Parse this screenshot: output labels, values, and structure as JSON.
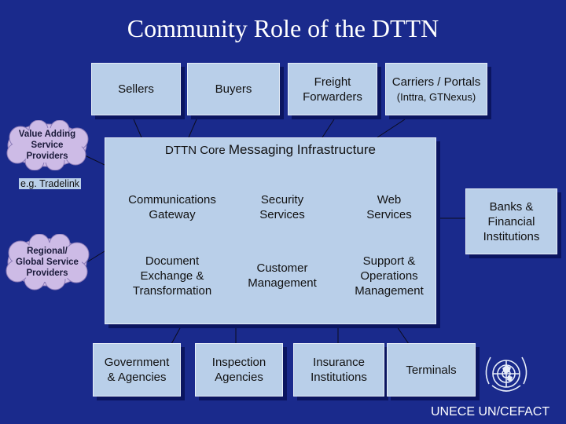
{
  "title": "Community Role of the DTTN",
  "top_boxes": {
    "sellers": "Sellers",
    "buyers": "Buyers",
    "freight": [
      "Freight",
      "Forwarders"
    ],
    "carriers": [
      "Carriers / Portals",
      "(Inttra, GTNexus)"
    ]
  },
  "clouds": {
    "value_adding": [
      "Value Adding",
      "Service",
      "Providers"
    ],
    "regional": [
      "Regional/",
      "Global Service",
      "Providers"
    ],
    "example": "e.g. Tradelink"
  },
  "core": {
    "title_prefix": "DTTN Core ",
    "title_main": "Messaging Infrastructure",
    "cells": [
      [
        "Communications",
        "Gateway"
      ],
      [
        "Security",
        "Services"
      ],
      [
        "Web",
        "Services"
      ],
      [
        "Document",
        "Exchange &",
        "Transformation"
      ],
      [
        "Customer",
        "Management"
      ],
      [
        "Support &",
        "Operations",
        "Management"
      ]
    ]
  },
  "side_box": [
    "Banks &",
    "Financial",
    "Institutions"
  ],
  "bottom_boxes": {
    "government": [
      "Government",
      "& Agencies"
    ],
    "inspection": [
      "Inspection",
      "Agencies"
    ],
    "insurance": [
      "Insurance",
      "Institutions"
    ],
    "terminals": "Terminals"
  },
  "footer": "UNECE UN/CEFACT",
  "colors": {
    "background": "#1a2a8c",
    "box": "#b9cfe9",
    "cloud": "#cdbbe6"
  },
  "icons": {
    "un_emblem": "un-emblem-icon"
  }
}
